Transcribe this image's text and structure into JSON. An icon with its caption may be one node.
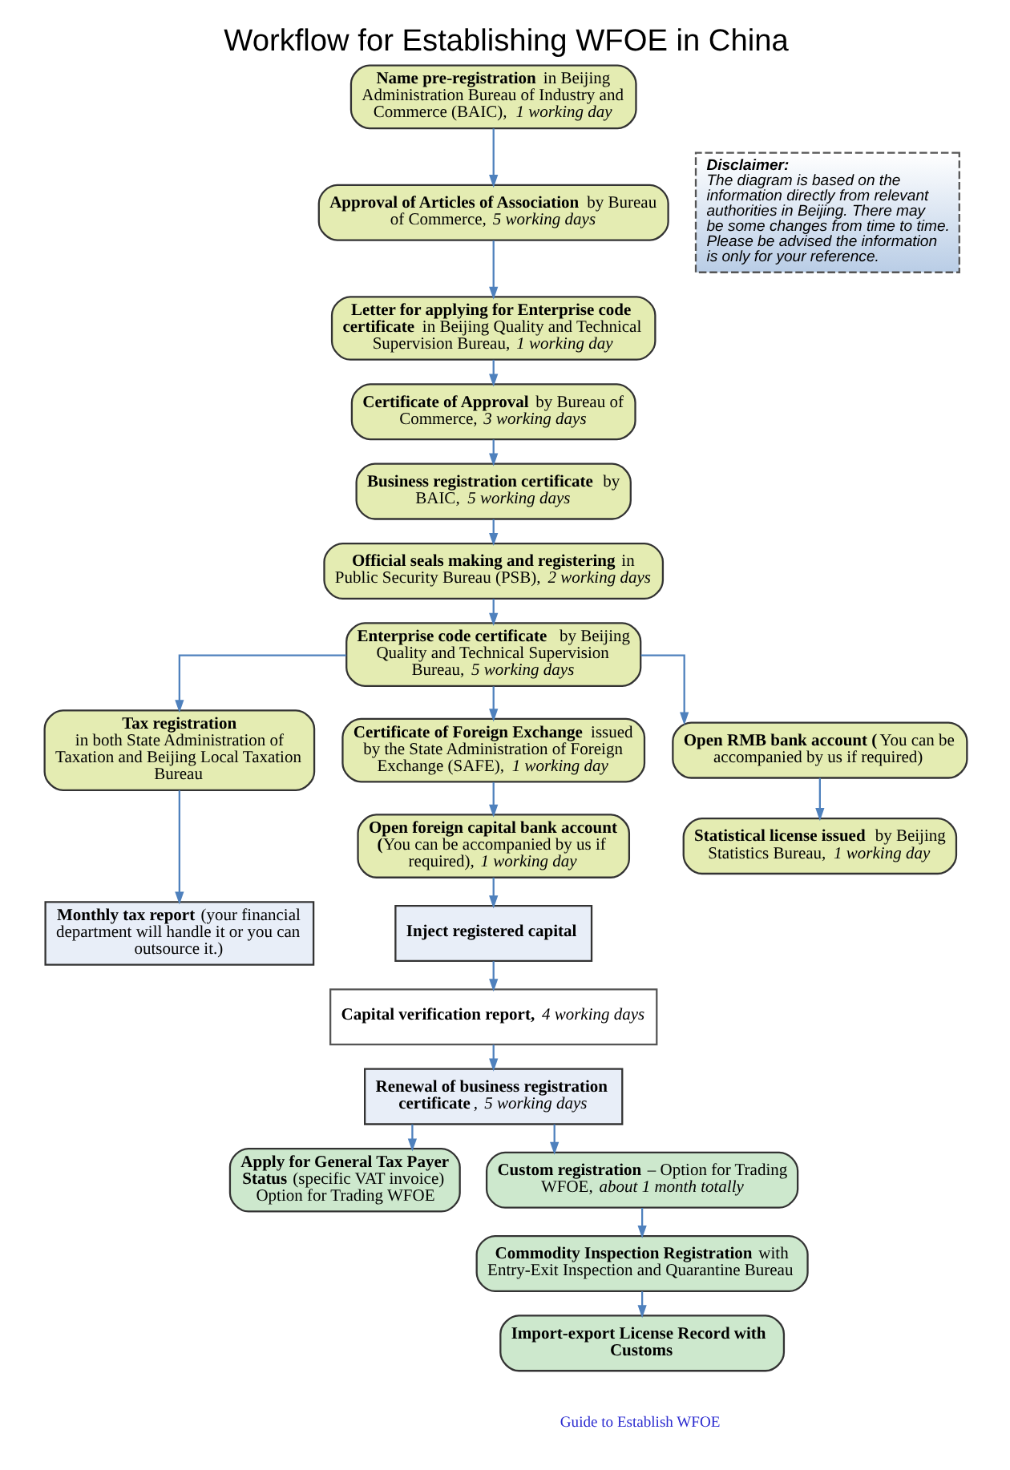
{
  "diagram": {
    "title": "Workflow for Establishing WFOE in China",
    "nodes": [
      {
        "text": [
          "**Name pre-registration** in Beijing Administration Bureau of Industry and Commerce (BAIC), *1 working day*"
        ]
      },
      {
        "text": [
          "Disclaimer:",
          "The diagram is based on the information directly from relevant authorities in Beijing. There may be some changes from time to time. Please be advised the information is only for your reference."
        ]
      },
      {
        "text": [
          "**Approval of Articles of Association** by Bureau of Commerce, *5 working days*"
        ]
      },
      {
        "text": [
          "**Letter for applying for Enterprise code certificate** in Beijing Quality and Technical Supervision Bureau, *1 working day*"
        ]
      },
      {
        "text": [
          "**Certificate of Approval** by Bureau of Commerce, *3 working days*"
        ]
      },
      {
        "text": [
          "**Business registration certificate** by BAIC, *5 working days*"
        ]
      },
      {
        "text": [
          "**Official seals making and registering** in Public Security Bureau (PSB), *2 working days*"
        ]
      },
      {
        "text": [
          "**Enterprise code certificate** by Beijing Quality and Technical Supervision Bureau, *5 working days*"
        ]
      },
      {
        "text": [
          "Tax registration",
          "in both State Administration of Taxation and Beijing Local Taxation Bureau"
        ]
      },
      {
        "text": [
          "**Certificate of Foreign Exchange** issued by the State Administration of Foreign Exchange (SAFE), *1 working day*"
        ]
      },
      {
        "text": [
          "**Open RMB bank account (**You can be accompanied by us if required)"
        ]
      },
      {
        "text": [
          "**Open foreign capital bank account (**You can be accompanied by us if required), *1 working day*"
        ]
      },
      {
        "text": [
          "**Statistical license issued** by Beijing Statistics Bureau, *1 working day*"
        ]
      },
      {
        "text": [
          "**Monthly tax report** (your financial department will handle it or you can outsource it.)"
        ]
      },
      {
        "text": [
          "Inject registered capital"
        ]
      },
      {
        "text": [
          "**Capital verification report,** *4 working days*"
        ]
      },
      {
        "text": [
          "**Renewal of business registration certificate**, *5 working days*"
        ]
      },
      {
        "text": [
          "**Apply for General Tax Payer Status** (specific VAT invoice) Option for Trading WFOE"
        ]
      },
      {
        "text": [
          "**Custom registration** – Option for Trading WFOE, *about 1 month totally*"
        ]
      },
      {
        "text": [
          "**Commodity Inspection Registration** with Entry-Exit Inspection and Quarantine Bureau"
        ]
      },
      {
        "text": [
          "Import-export License Record with Customs"
        ]
      }
    ],
    "edges": [
      {
        "from": 0,
        "to": 2,
        "arrow": "to"
      },
      {
        "from": 2,
        "to": 3,
        "arrow": "to"
      },
      {
        "from": 3,
        "to": 4,
        "arrow": "to"
      },
      {
        "from": 4,
        "to": 5,
        "arrow": "to"
      },
      {
        "from": 5,
        "to": 6,
        "arrow": "to"
      },
      {
        "from": 6,
        "to": 7,
        "arrow": "to"
      },
      {
        "from": 7,
        "to": 8,
        "arrow": "to"
      },
      {
        "from": 7,
        "to": 9,
        "arrow": "to"
      },
      {
        "from": 7,
        "to": 10,
        "arrow": "to"
      },
      {
        "from": 9,
        "to": 11,
        "arrow": "to"
      },
      {
        "from": 10,
        "to": 12,
        "arrow": "to"
      },
      {
        "from": 8,
        "to": 13,
        "arrow": "to"
      },
      {
        "from": 11,
        "to": 14,
        "arrow": "to"
      },
      {
        "from": 14,
        "to": 15,
        "arrow": "to"
      },
      {
        "from": 15,
        "to": 16,
        "arrow": "to"
      },
      {
        "from": 16,
        "to": 17,
        "arrow": "to"
      },
      {
        "from": 16,
        "to": 18,
        "arrow": "to"
      },
      {
        "from": 18,
        "to": 19,
        "arrow": "to"
      },
      {
        "from": 19,
        "to": 20,
        "arrow": "to"
      }
    ],
    "labels": [
      "Guide to Establish WFOE"
    ]
  }
}
